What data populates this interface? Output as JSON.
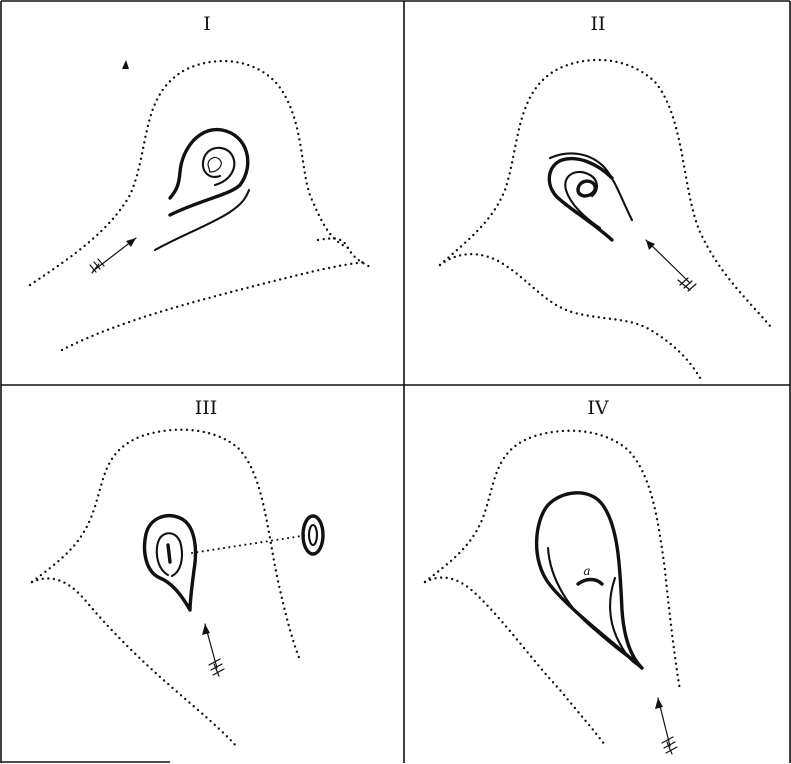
{
  "panels": [
    {
      "label": "I"
    },
    {
      "label": "II"
    },
    {
      "label": "III"
    },
    {
      "label": "IV",
      "inner_label": "a"
    }
  ],
  "colors": {
    "ink": "#111111",
    "paper": "#ffffff"
  }
}
